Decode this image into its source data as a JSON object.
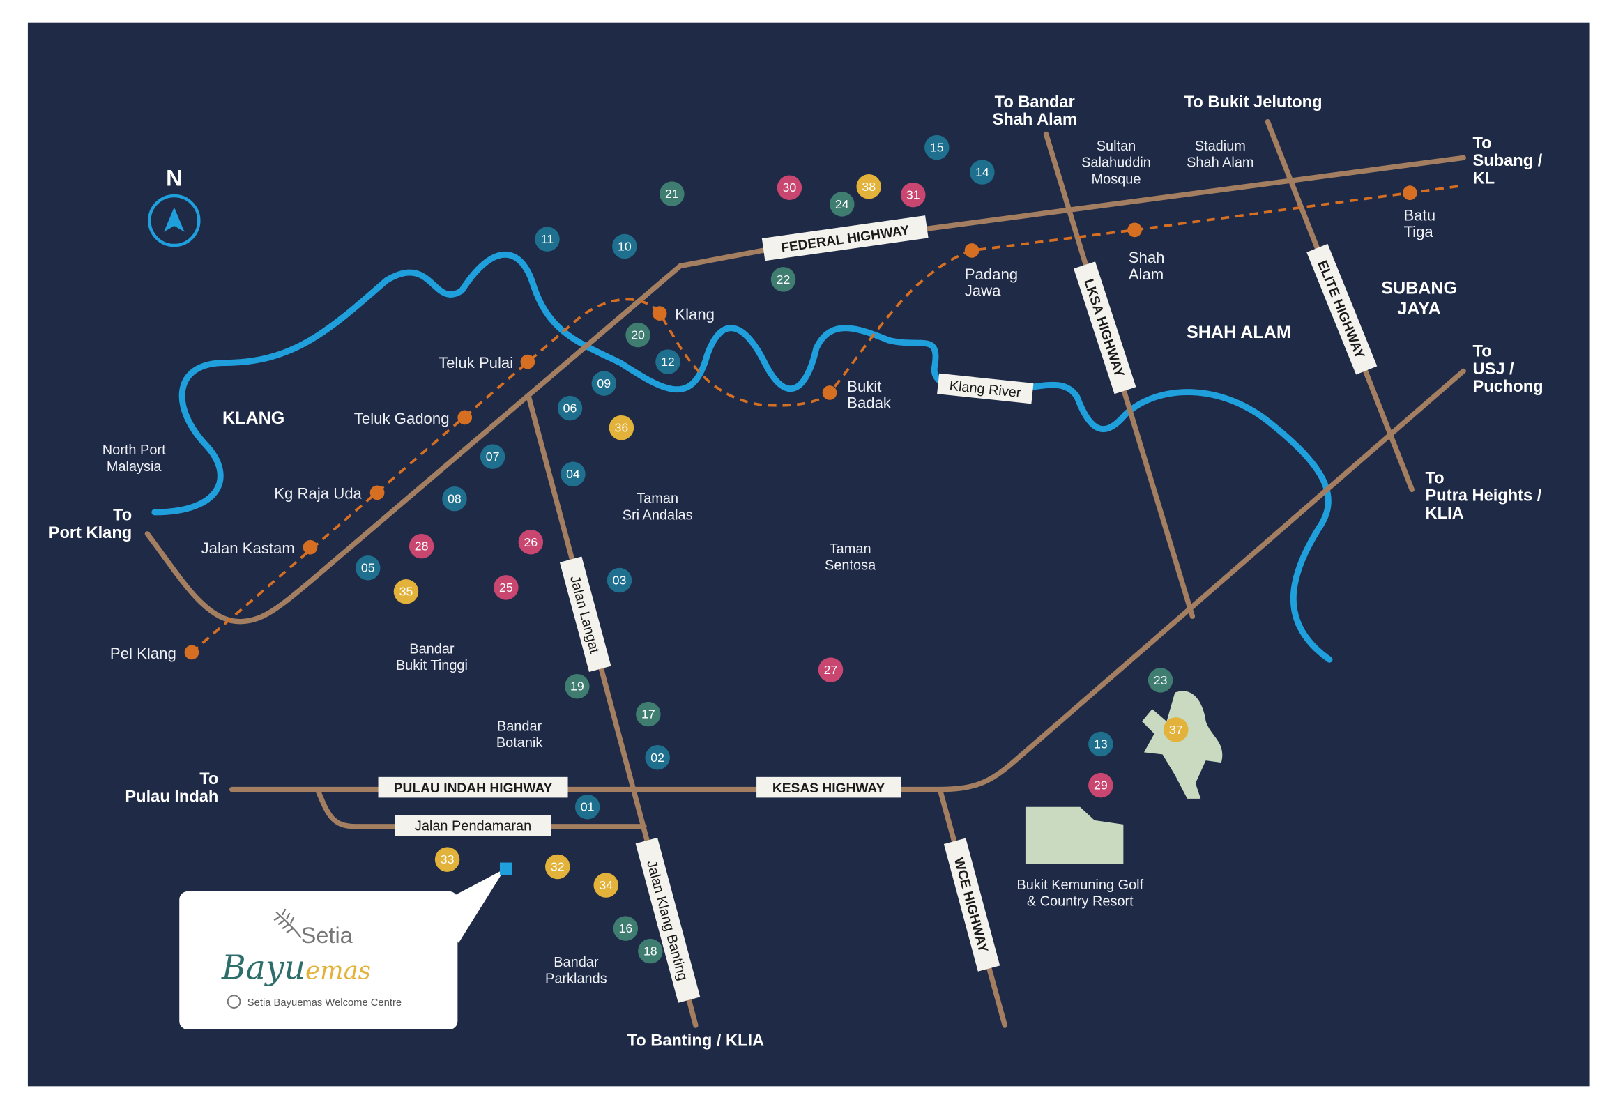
{
  "colors": {
    "background": "#1e2a46",
    "road": "#a37e60",
    "river": "#1f9fdc",
    "rail": "#d66f22",
    "marker_blue": "#1f6f8f",
    "marker_green": "#3f7d71",
    "marker_pink": "#c8466f",
    "marker_yellow": "#e3b23a",
    "golf": "#c9dac0"
  },
  "compass": {
    "label": "N",
    "icon": "north-arrow-icon"
  },
  "regions": {
    "klang": "KLANG",
    "shah_alam": "SHAH ALAM",
    "subang_jaya": [
      "SUBANG",
      "JAYA"
    ]
  },
  "destinations": {
    "port_klang": [
      "To",
      "Port Klang"
    ],
    "pulau_indah": [
      "To",
      "Pulau Indah"
    ],
    "banting": "To Banting / KLIA",
    "bandar_shah_alam": [
      "To Bandar",
      "Shah Alam"
    ],
    "bukit_jelutong": "To Bukit Jelutong",
    "subang_kl": [
      "To",
      "Subang /",
      "KL"
    ],
    "usj_puchong": [
      "To",
      "USJ /",
      "Puchong"
    ],
    "putra_heights": [
      "To",
      "Putra Heights /",
      "KLIA"
    ]
  },
  "highways": {
    "federal": "FEDERAL HIGHWAY",
    "lksa": "LKSA HIGHWAY",
    "elite": "ELITE HIGHWAY",
    "pulau_indah": "PULAU INDAH HIGHWAY",
    "kesas": "KESAS HIGHWAY",
    "wce": "WCE HIGHWAY",
    "jalan_langat": "Jalan Langat",
    "jalan_pendamaran": "Jalan Pendamaran",
    "jalan_klang_banting": "Jalan Klang Banting",
    "klang_river": "Klang River"
  },
  "stations": {
    "klang": "Klang",
    "teluk_pulai": "Teluk Pulai",
    "teluk_gadong": "Teluk Gadong",
    "kg_raja_uda": "Kg  Raja Uda",
    "jalan_kastam": "Jalan Kastam",
    "pel_klang": "Pel Klang",
    "bukit_badak": [
      "Bukit",
      "Badak"
    ],
    "padang_jawa": [
      "Padang",
      "Jawa"
    ],
    "shah_alam": [
      "Shah",
      "Alam"
    ],
    "batu_tiga": [
      "Batu",
      "Tiga"
    ]
  },
  "places": {
    "north_port": [
      "North Port",
      "Malaysia"
    ],
    "sultan_mosque": [
      "Sultan",
      "Salahuddin",
      "Mosque"
    ],
    "stadium": [
      "Stadium",
      "Shah Alam"
    ],
    "sri_andalas": [
      "Taman",
      "Sri Andalas"
    ],
    "sentosa": [
      "Taman",
      "Sentosa"
    ],
    "bukit_tinggi": [
      "Bandar",
      "Bukit Tinggi"
    ],
    "botanik": [
      "Bandar",
      "Botanik"
    ],
    "parklands": [
      "Bandar",
      "Parklands"
    ],
    "golf": [
      "Bukit Kemuning Golf",
      "& Country Resort"
    ]
  },
  "markers": {
    "blue": [
      "01",
      "02",
      "03",
      "04",
      "05",
      "06",
      "07",
      "08",
      "09",
      "10",
      "11",
      "12",
      "13",
      "14",
      "15"
    ],
    "green": [
      "16",
      "17",
      "18",
      "19",
      "20",
      "21",
      "22",
      "23",
      "24"
    ],
    "pink": [
      "25",
      "26",
      "27",
      "28",
      "29",
      "30",
      "31"
    ],
    "yellow": [
      "32",
      "33",
      "34",
      "35",
      "36",
      "37",
      "38"
    ]
  },
  "welcome_centre": {
    "logo_top": "Setia",
    "logo_main": "Bayu",
    "logo_accent": "emas",
    "caption": "Setia Bayuemas Welcome Centre"
  }
}
